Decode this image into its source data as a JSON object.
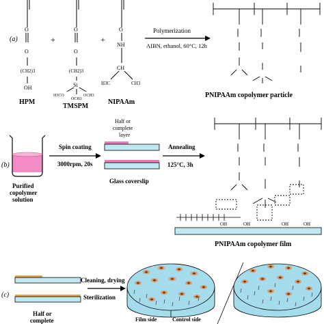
{
  "panels": {
    "a": "(a)",
    "b": "(b)",
    "c": "(c)"
  },
  "monomers": {
    "hpm": "HPM",
    "tmspm": "TMSPM",
    "nipaam": "NIPAAm",
    "plus": "+",
    "hpm_atoms": [
      "O",
      "O",
      "(CH2)3",
      "OH"
    ],
    "tmspm_atoms": [
      "O",
      "O",
      "(CH2)3",
      "Si",
      "H3CO",
      "OCH3",
      "OCH3"
    ],
    "nipaam_atoms": [
      "O",
      "NH",
      "CH",
      "H3C",
      "CH3"
    ]
  },
  "reaction": {
    "label_top": "Polymerization",
    "label_bottom": "AIBN, ethanol, 60°C, 12h",
    "product": "PNIPAAm copolymer particle"
  },
  "film": {
    "solution_label_1": "Purified",
    "solution_label_2": "copolymer",
    "solution_label_3": "solution",
    "spin_top": "Spin coating",
    "spin_bottom": "3000rpm, 20s",
    "layer_label_1": "Half or",
    "layer_label_2": "complete",
    "layer_label_3": "layer",
    "coverslip": "Glass coverslip",
    "anneal_top": "Annealing",
    "anneal_bottom": "125°C, 3h",
    "product": "PNIPAAm copolymer film",
    "surface_oh": [
      "OH",
      "OH",
      "OH",
      "OH"
    ]
  },
  "culture": {
    "half_label_1": "Half or",
    "half_label_2": "complete",
    "step_top": "Cleaning, drying",
    "step_bottom": "Sterilization",
    "film_side": "Film side",
    "control_side": "Control side"
  },
  "colors": {
    "film_pink": "#e879b8",
    "solution_pink": "#f38cc4",
    "glass": "#bfe8f0",
    "dish": "#a5dcec",
    "cell_body": "#d89a6a",
    "cell_nucleus": "#6a3a1a",
    "orange_layer": "#e8a040"
  }
}
